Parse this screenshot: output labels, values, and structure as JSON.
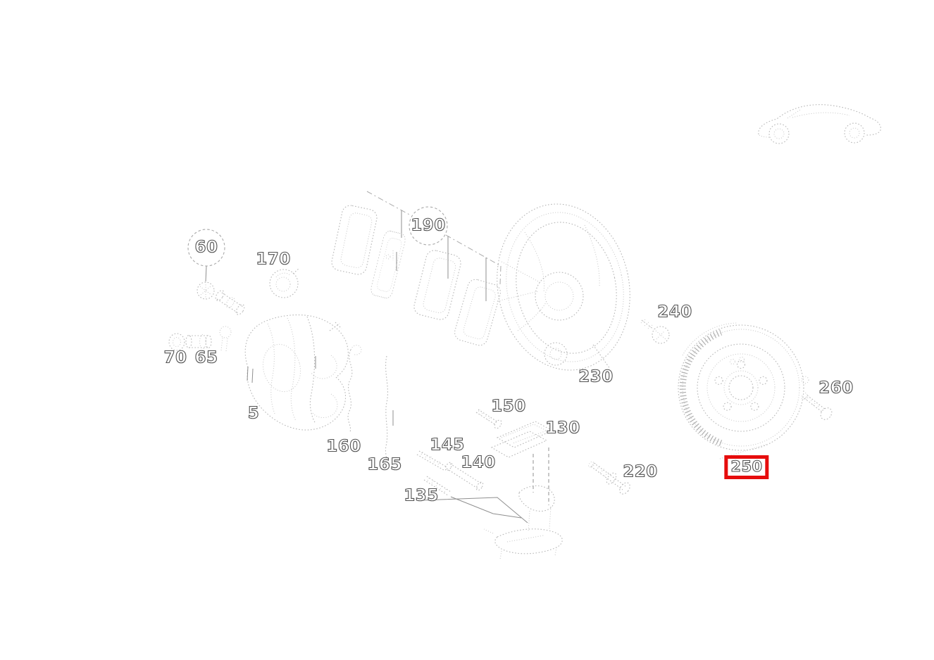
{
  "diagram": {
    "type": "exploded-parts-diagram",
    "subject": "front brake assembly",
    "background_color": "#ffffff",
    "artwork_line_color": "#b7b7b7",
    "label_outline_color": "#525252",
    "highlight": {
      "part": "250",
      "box_color": "#e60c0c"
    },
    "labels": [
      {
        "text": "60",
        "circled": true
      },
      {
        "text": "170",
        "circled": false
      },
      {
        "text": "190",
        "circled": true
      },
      {
        "text": "230",
        "circled": false
      },
      {
        "text": "240",
        "circled": false
      },
      {
        "text": "250",
        "circled": false,
        "highlighted": true
      },
      {
        "text": "260",
        "circled": false
      },
      {
        "text": "220",
        "circled": false
      },
      {
        "text": "150",
        "circled": false
      },
      {
        "text": "130",
        "circled": false
      },
      {
        "text": "145",
        "circled": false
      },
      {
        "text": "140",
        "circled": false
      },
      {
        "text": "135",
        "circled": false
      },
      {
        "text": "160",
        "circled": false
      },
      {
        "text": "165",
        "circled": false
      },
      {
        "text": "70",
        "circled": false
      },
      {
        "text": "65",
        "circled": false
      },
      {
        "text": "5",
        "circled": false
      }
    ]
  }
}
